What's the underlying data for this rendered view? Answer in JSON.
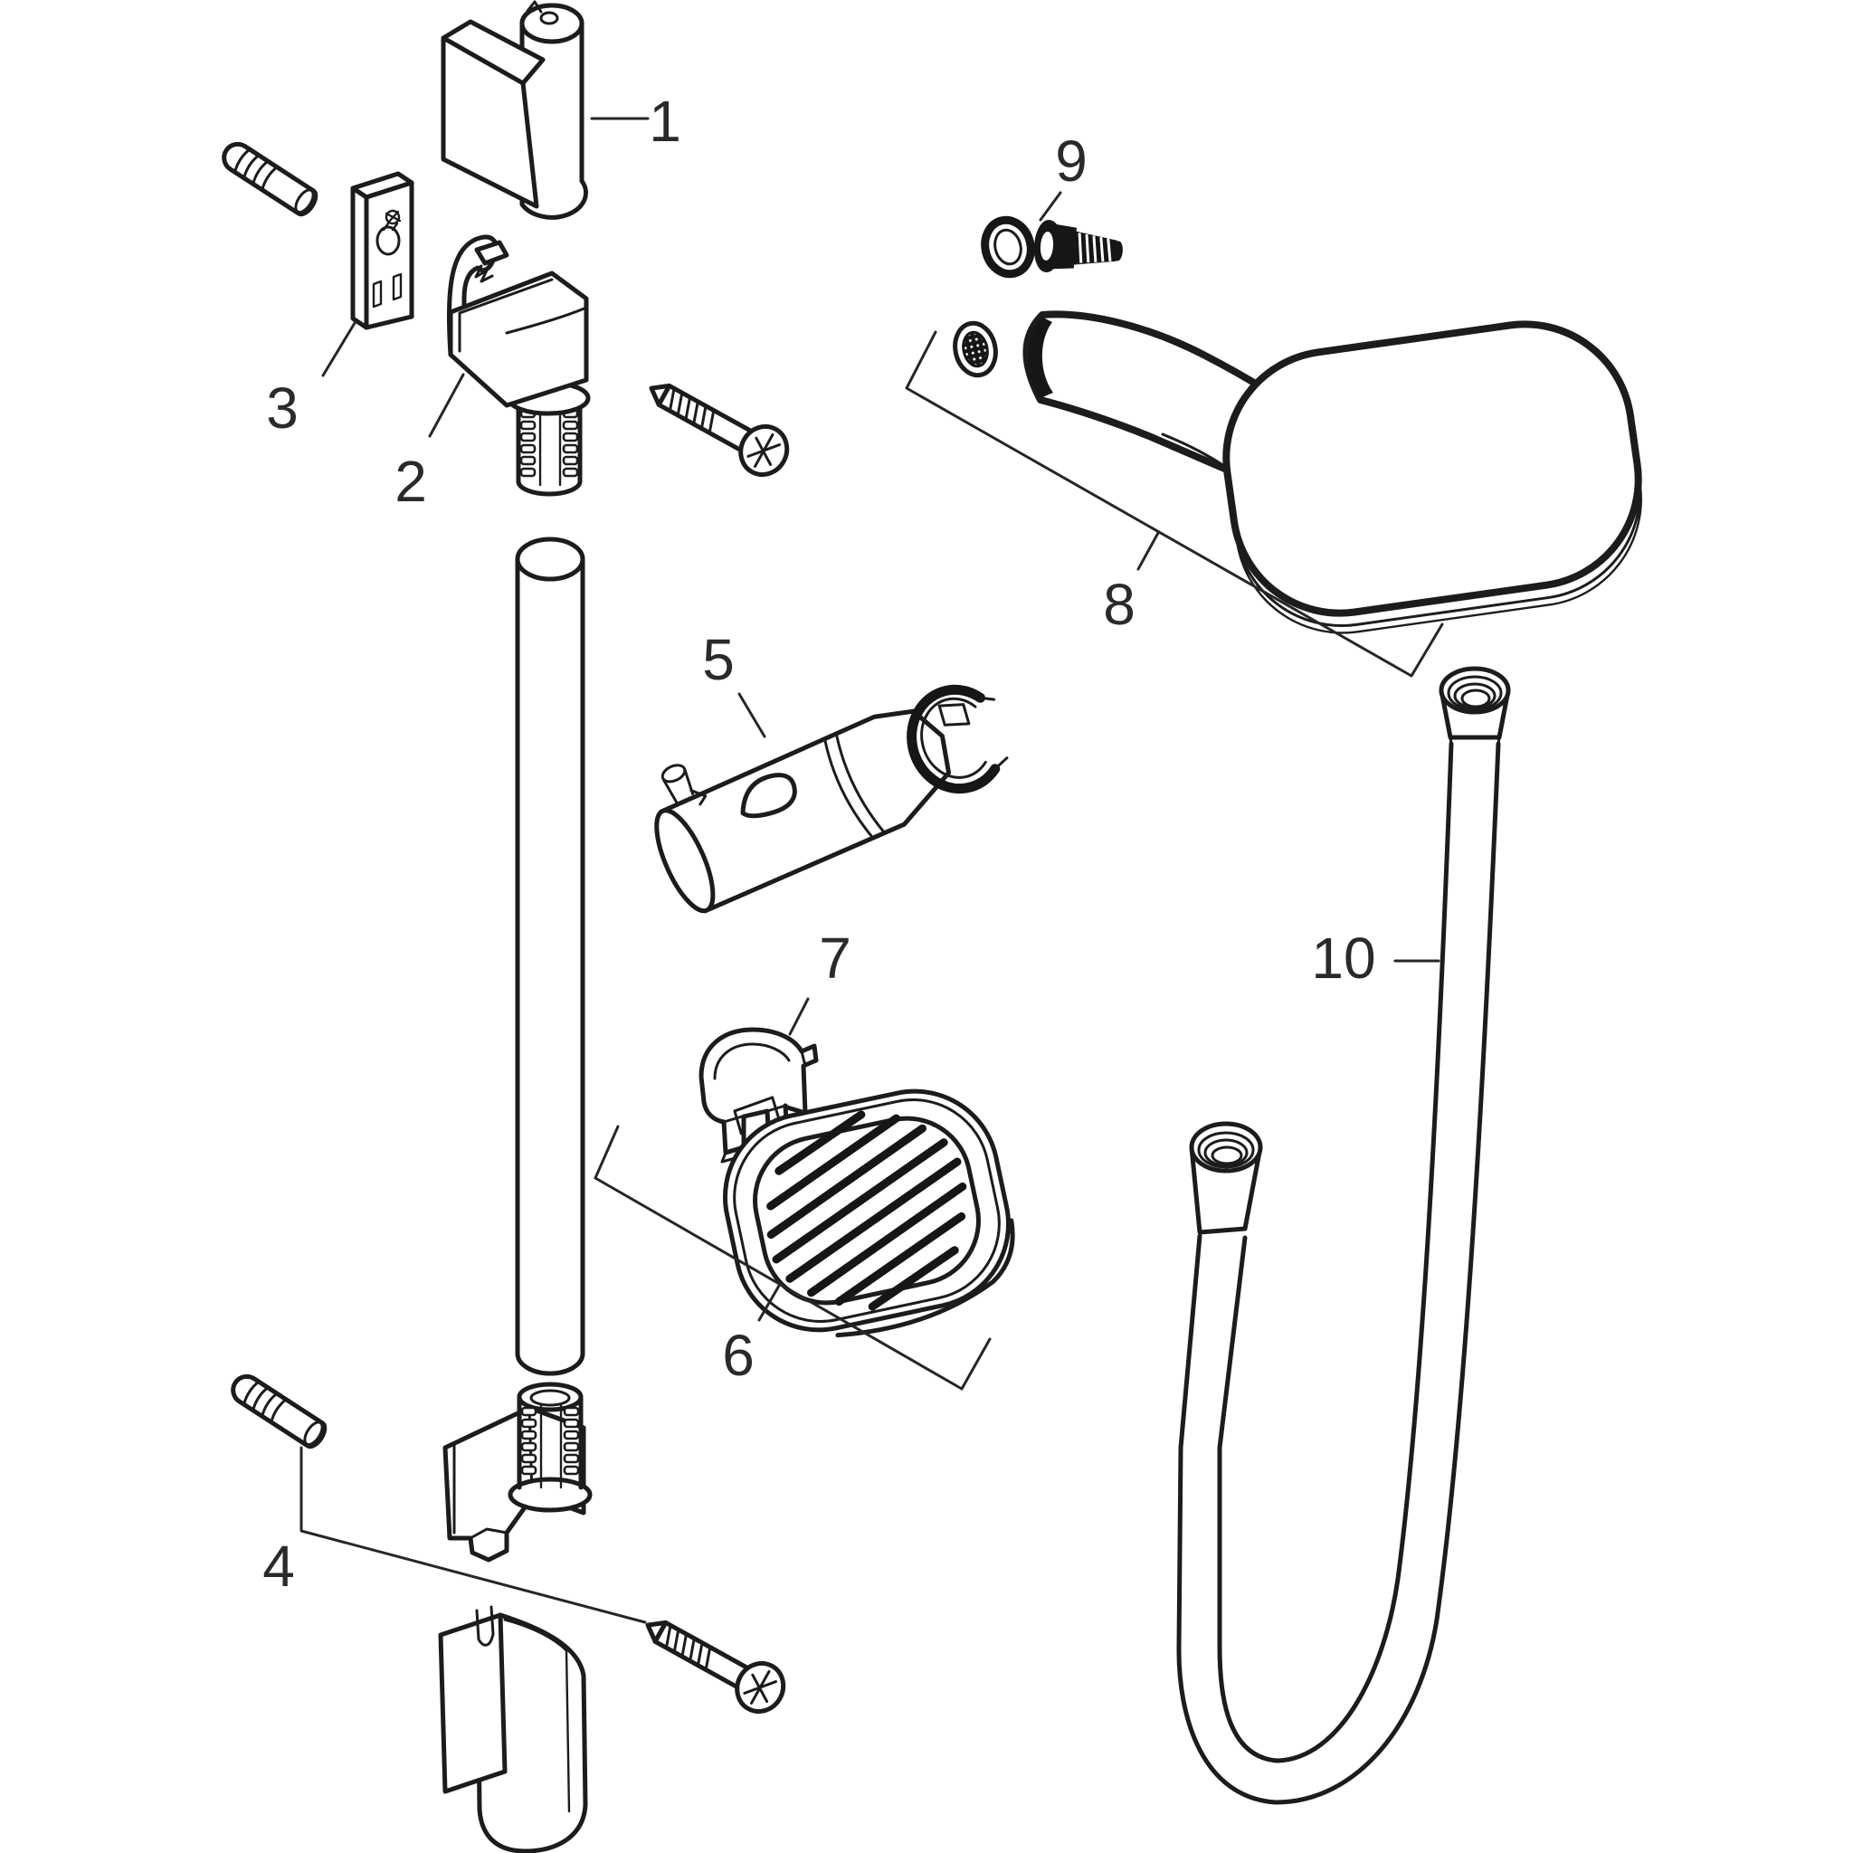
{
  "page": {
    "background": "#ffffff"
  },
  "diagram": {
    "kind": "exploded-parts-diagram",
    "item_count": 10,
    "labels": [
      {
        "text": "1"
      },
      {
        "text": "2"
      },
      {
        "text": "3"
      },
      {
        "text": "4"
      },
      {
        "text": "5"
      },
      {
        "text": "6"
      },
      {
        "text": "7"
      },
      {
        "text": "8"
      },
      {
        "text": "9"
      },
      {
        "text": "10"
      }
    ]
  },
  "colors": {
    "line": "#1c1c1c",
    "label_text": "#2a2a2a"
  }
}
